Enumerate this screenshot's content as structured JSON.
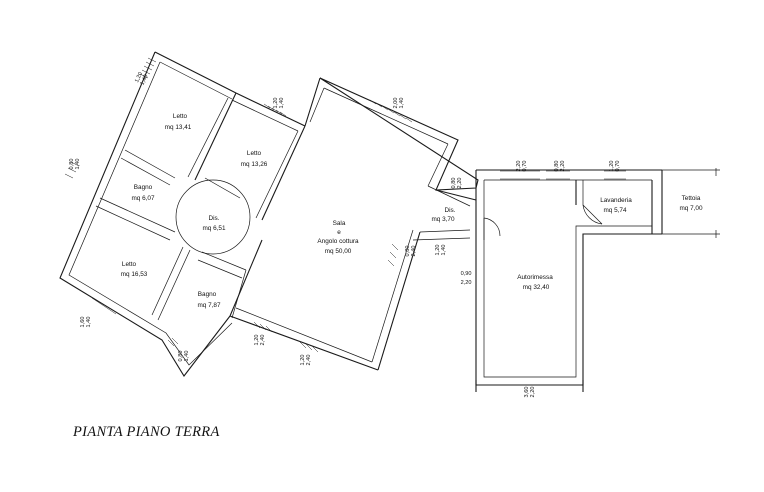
{
  "title": "PIANTA PIANO TERRA",
  "rooms": {
    "letto1": {
      "name": "Letto",
      "area": "mq 13,41"
    },
    "letto2": {
      "name": "Letto",
      "area": "mq 13,26"
    },
    "bagno1": {
      "name": "Bagno",
      "area": "mq 6,07"
    },
    "dis1": {
      "name": "Dis.",
      "area": "mq 6,51"
    },
    "letto3": {
      "name": "Letto",
      "area": "mq 16,53"
    },
    "bagno2": {
      "name": "Bagno",
      "area": "mq 7,87"
    },
    "sala": {
      "name": "Sala",
      "conj": "e",
      "name2": "Angolo cottura",
      "area": "mq 50,00"
    },
    "dis2": {
      "name": "Dis.",
      "area": "mq 3,70"
    },
    "autorimessa": {
      "name": "Autorimessa",
      "area": "mq 32,40"
    },
    "lavanderia": {
      "name": "Lavanderia",
      "area": "mq 5,74"
    },
    "tettoia": {
      "name": "Tettoia",
      "area": "mq 7,00"
    }
  },
  "dims": {
    "d1": [
      "1,20",
      "1,40"
    ],
    "d2": [
      "0,80",
      "1,40"
    ],
    "d3": [
      "1,20",
      "1,40"
    ],
    "d4": [
      "2,00",
      "1,40"
    ],
    "d5": [
      "0,80",
      "2,20"
    ],
    "d6": [
      "2,20",
      "0,70"
    ],
    "d7": [
      "0,80",
      "2,20"
    ],
    "d8": [
      "1,20",
      "0,70"
    ],
    "d9": [
      "1,60",
      "1,40"
    ],
    "d10": [
      "0,80",
      "1,40"
    ],
    "d11": [
      "1,20",
      "2,40"
    ],
    "d12": [
      "1,20",
      "2,40"
    ],
    "d13": [
      "0,80",
      "2,40"
    ],
    "d14": [
      "1,20",
      "1,40"
    ],
    "d15": [
      "0,90",
      "2,20"
    ],
    "d16": [
      "3,60",
      "2,20"
    ]
  }
}
